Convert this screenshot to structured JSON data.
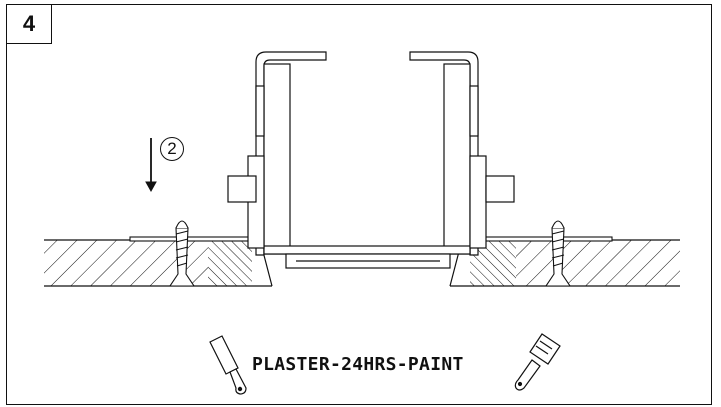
{
  "step_number": "4",
  "sub_step": "2",
  "caption": "PLASTER-24HRS-PAINT",
  "colors": {
    "line": "#111111",
    "background": "#ffffff"
  },
  "icons": [
    "putty-knife-icon",
    "paint-brush-icon",
    "down-arrow-icon",
    "screw-icon"
  ]
}
